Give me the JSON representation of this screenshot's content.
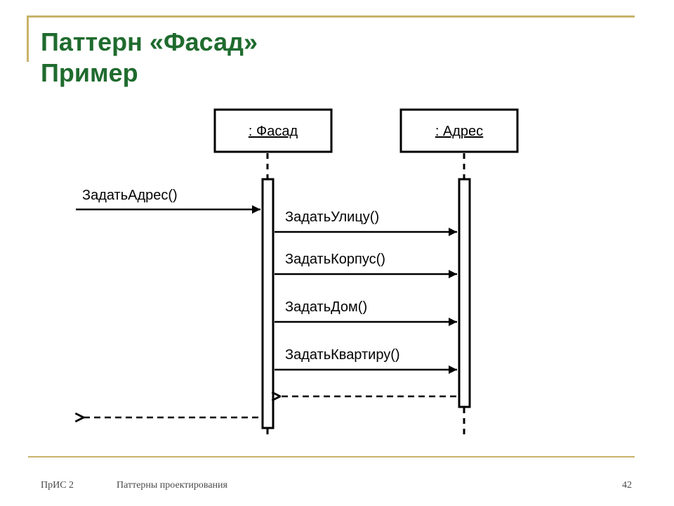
{
  "slide": {
    "title_line1": "Паттерн «Фасад»",
    "title_line2": "Пример"
  },
  "diagram": {
    "objects": [
      {
        "id": "facade",
        "label": ": Фасад"
      },
      {
        "id": "address",
        "label": ": Адрес"
      }
    ],
    "messages": [
      {
        "label": "ЗадатьАдрес()",
        "from": "external",
        "to": "facade",
        "kind": "call"
      },
      {
        "label": "ЗадатьУлицу()",
        "from": "facade",
        "to": "address",
        "kind": "call"
      },
      {
        "label": "ЗадатьКорпус()",
        "from": "facade",
        "to": "address",
        "kind": "call"
      },
      {
        "label": "ЗадатьДом()",
        "from": "facade",
        "to": "address",
        "kind": "call"
      },
      {
        "label": "ЗадатьКвартиру()",
        "from": "facade",
        "to": "address",
        "kind": "call"
      },
      {
        "label": "",
        "from": "address",
        "to": "facade",
        "kind": "return"
      },
      {
        "label": "",
        "from": "facade",
        "to": "external",
        "kind": "return"
      }
    ]
  },
  "footer": {
    "course": "ПрИС 2",
    "topic": "Паттерны проектирования",
    "page_number": "42"
  },
  "colors": {
    "title": "#1f6b2e",
    "frame_accent": "#c8b36a",
    "footer_text": "#4a4a4a",
    "diagram_ink": "#000000"
  }
}
